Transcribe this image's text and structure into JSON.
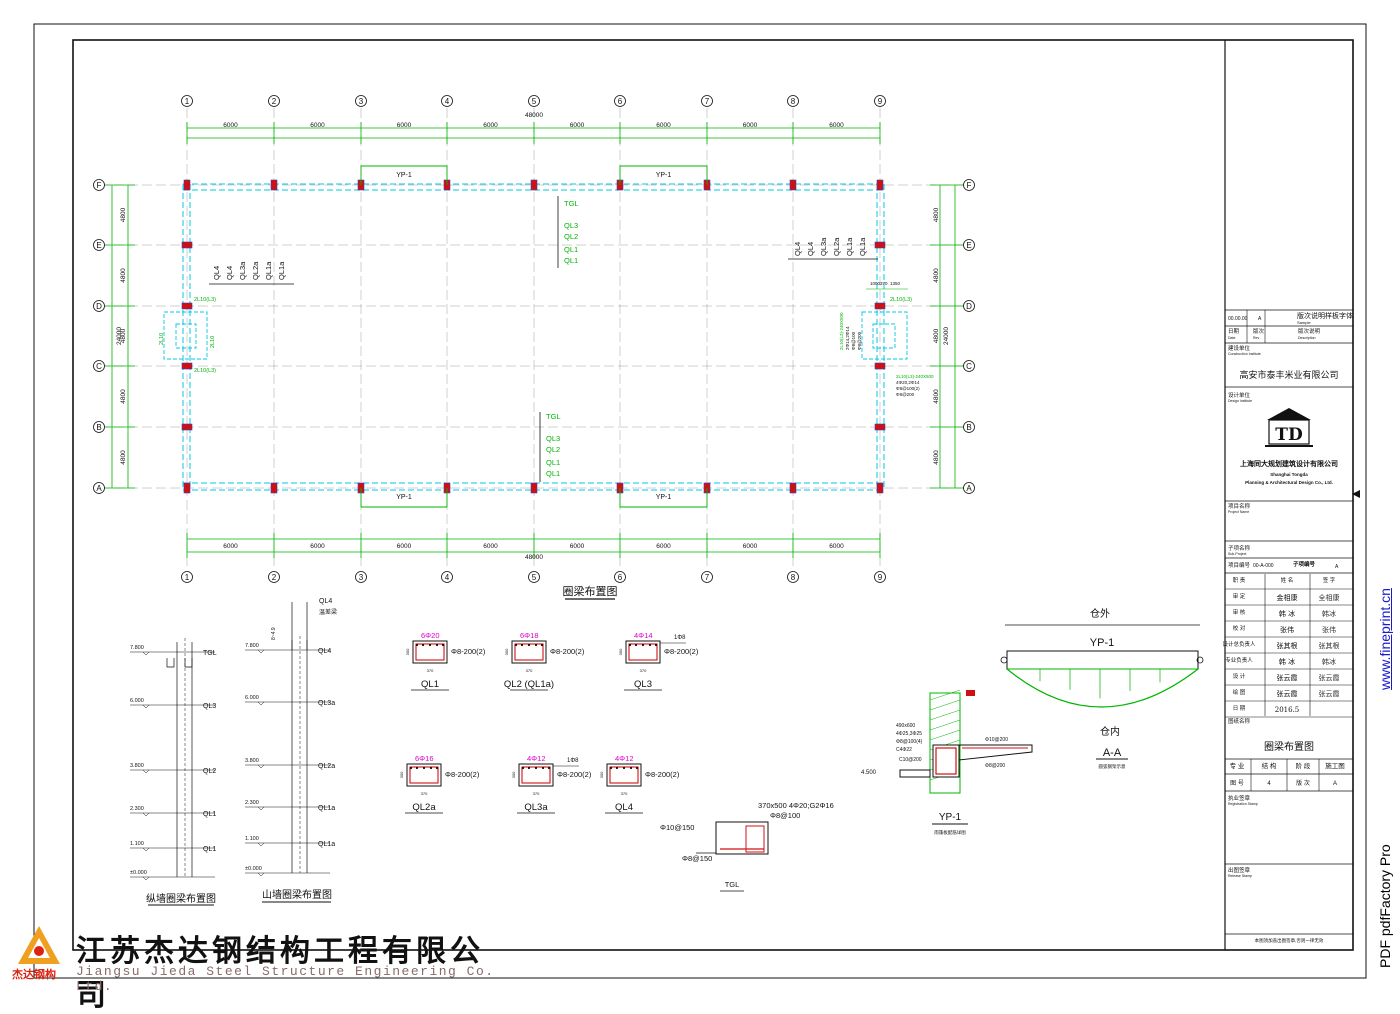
{
  "grid": {
    "columns": [
      "1",
      "2",
      "3",
      "4",
      "5",
      "6",
      "7",
      "8",
      "9"
    ],
    "rows": [
      "F",
      "E",
      "D",
      "C",
      "B",
      "A"
    ],
    "spans": [
      "6000",
      "6000",
      "6000",
      "6000",
      "6000",
      "6000",
      "6000",
      "6000"
    ],
    "total_length": "48000",
    "row_spans": [
      "4800",
      "4800",
      "4800",
      "4800",
      "4800"
    ],
    "total_width": "24000"
  },
  "plan": {
    "title": "圈梁布置图",
    "yp_label": "YP-1",
    "top_beam_labels": [
      "TGL",
      "QL3",
      "QL2",
      "QL1",
      "QL1"
    ],
    "bottom_beam_labels": [
      "TGL",
      "QL3",
      "QL2",
      "QL1",
      "QL1"
    ],
    "left_beam_labels": [
      "QL4",
      "QL4",
      "QL3a",
      "QL2a",
      "QL1a",
      "QL1a"
    ],
    "right_beam_labels": [
      "QL4",
      "QL4",
      "QL3a",
      "QL2a",
      "QL1a",
      "QL1a"
    ],
    "left_gable": {
      "top": "2L10(L3)",
      "bottom": "2L10(L3)",
      "left": "2L10",
      "right": "2L10"
    },
    "right_gable": {
      "dims": [
        "1000",
        "370",
        "1350"
      ],
      "top": "2L10(L3)",
      "notes_left": [
        "2L10(L3)-240X500",
        "2Φ14,2Φ14",
        "Φ8@100",
        "Φ8@200"
      ],
      "notes_bottom": [
        "2L10(L3)-240X500",
        "4Φ20,2Φ14",
        "Φ8@100(2)",
        "Φ8@200"
      ]
    }
  },
  "elevations": {
    "longitudinal": {
      "title": "纵墙圈梁布置图",
      "levels": [
        "7.800",
        "6.000",
        "3.800",
        "2.300",
        "1.100",
        "±0.000"
      ],
      "labels": [
        "TGL",
        "QL3",
        "QL2",
        "QL1",
        "QL1"
      ]
    },
    "gable": {
      "title": "山墙圈梁布置图",
      "top_labels": [
        "QL4",
        "温差梁"
      ],
      "levels": [
        "7.800",
        "6.000",
        "3.800",
        "2.300",
        "1.100",
        "±0.000"
      ],
      "labels": [
        "QL4",
        "QL3a",
        "QL2a",
        "QL1a",
        "QL1a"
      ],
      "side_note": "8~4.9"
    }
  },
  "sections": {
    "row1": [
      {
        "name": "QL1",
        "top_bar": "6Φ20",
        "stirrup": "Φ8-200(2)"
      },
      {
        "name": "QL2 (QL1a)",
        "top_bar": "6Φ18",
        "stirrup": "Φ8-200(2)"
      },
      {
        "name": "QL3",
        "top_bar": "4Φ14",
        "stirrup": "Φ8-200(2)",
        "extra": "1Φ8"
      }
    ],
    "row2": [
      {
        "name": "QL2a",
        "top_bar": "6Φ16",
        "stirrup": "Φ8-200(2)"
      },
      {
        "name": "QL3a",
        "top_bar": "4Φ12",
        "stirrup": "Φ8-200(2)",
        "extra": "1Φ8"
      },
      {
        "name": "QL4",
        "top_bar": "4Φ12",
        "stirrup": "Φ8-200(2)"
      }
    ],
    "dims": {
      "width": "370",
      "height": "300"
    }
  },
  "tgl_detail": {
    "name": "TGL",
    "spec": "370x500 4Φ20;G2Φ16",
    "stirrup": "Φ8@100",
    "top_left": "Φ10@150",
    "bottom_left": "Φ8@150"
  },
  "yp_detail": {
    "name": "YP-1",
    "note": "雨篷板配筋详图",
    "notes": [
      "490x600",
      "4Φ25,3Φ25",
      "Φ8@100(4)",
      "C4Φ22"
    ],
    "level": "4.500",
    "c10": "C10@200",
    "side1": "Φ10@200",
    "side2": "Φ8@200"
  },
  "aa_detail": {
    "outside": "仓外",
    "inside": "仓内",
    "label": "YP-1",
    "section": "A-A",
    "note": "圆弧钢架示意"
  },
  "title_block": {
    "rev_rows": [
      {
        "code": "00.00.00",
        "rev": "A",
        "desc": "版次说明样板字体"
      }
    ],
    "rev_sub": "Sample",
    "rev_header": [
      "日期",
      "版次",
      "版次说明"
    ],
    "rev_header_en": [
      "Date",
      "Rev",
      "Description"
    ],
    "client_label": "建设单位",
    "client_label_en": "Construction Institute",
    "client": "高安市泰丰米业有限公司",
    "designer_label": "设计单位",
    "designer_label_en": "Design Institute",
    "logo": "TD",
    "designer_cn": "上海同大规划建筑设计有限公司",
    "designer_en1": "Shanghai Tongda",
    "designer_en2": "Planning & Architectural Design Co., Ltd.",
    "project_label": "项目名称",
    "project_label_en": "Project Name",
    "subproject_label": "子项名称",
    "subproject_label_en": "Sub-Project",
    "project_no_label": "项目编号",
    "project_no": "00-A-000",
    "sub_no_label": "子项编号",
    "sub_no": "A",
    "staff_header": [
      "职 责",
      "姓 名",
      "签 字"
    ],
    "staff": [
      {
        "role": "审 定",
        "name": "金相康",
        "sign": "全相康"
      },
      {
        "role": "审 核",
        "name": "韩 冰",
        "sign": "韩冰"
      },
      {
        "role": "校 对",
        "name": "张伟",
        "sign": "张伟"
      },
      {
        "role": "设计总负责人",
        "name": "张其根",
        "sign": "张其根"
      },
      {
        "role": "专业负责人",
        "name": "韩 冰",
        "sign": "韩冰"
      },
      {
        "role": "设 计",
        "name": "张云霞",
        "sign": "张云霞"
      },
      {
        "role": "绘 图",
        "name": "张云霞",
        "sign": "张云霞"
      },
      {
        "role": "日 期",
        "name": "2016.5",
        "sign": ""
      }
    ],
    "sheet_title_label": "图纸名称",
    "sheet_title": "圈梁布置图",
    "spec_header": [
      "专 业",
      "结 构",
      "阶 段",
      "施工图"
    ],
    "spec_header2": [
      "图 号",
      "4",
      "版 次",
      "A"
    ],
    "reg_label": "执业签章",
    "reg_label_en": "Registration Stamp",
    "issue_label": "出图签章",
    "issue_label_en": "Release Stamp",
    "footer": "本图须加盖出图签章,否则一律无效"
  },
  "watermark": {
    "cn": "江苏杰达钢结构工程有限公司",
    "en": "Jiangsu Jieda Steel Structure Engineering Co. Ltd.",
    "logo_text": "杰达钢构"
  },
  "side": {
    "url": "www.fineprint.cn",
    "product": "PDF  pdfFactory Pro"
  },
  "colors": {
    "grid_line": "#00b400",
    "beam_cyan": "#00c8e6",
    "column_red": "#d01010",
    "magenta": "#e000c8",
    "line_dark": "#111111"
  }
}
